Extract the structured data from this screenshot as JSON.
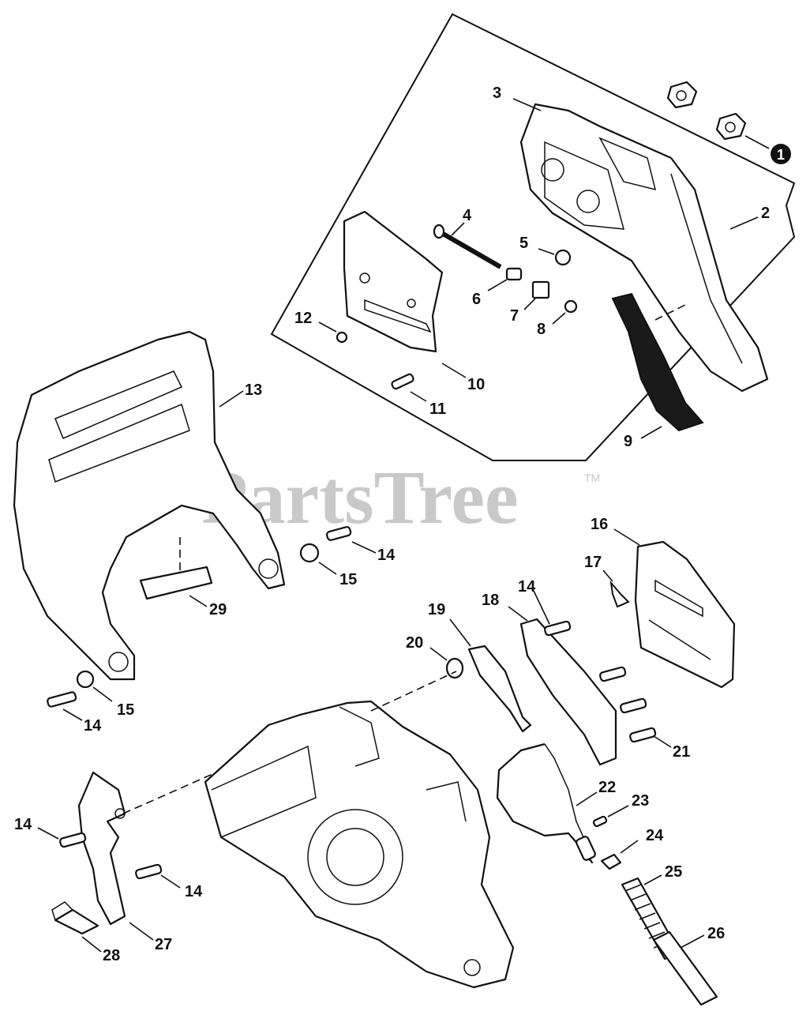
{
  "watermark": {
    "text": "PartsTree",
    "tm": "TM"
  },
  "kit_marker": "1",
  "callouts": {
    "c1": "1",
    "c2": "2",
    "c3": "3",
    "c4": "4",
    "c5": "5",
    "c6": "6",
    "c7": "7",
    "c8": "8",
    "c9": "9",
    "c10": "10",
    "c11": "11",
    "c12": "12",
    "c13": "13",
    "c14a": "14",
    "c14b": "14",
    "c14c": "14",
    "c14d": "14",
    "c14e": "14",
    "c15a": "15",
    "c15b": "15",
    "c16": "16",
    "c17": "17",
    "c18": "18",
    "c19": "19",
    "c20": "20",
    "c21": "21",
    "c22": "22",
    "c23": "23",
    "c24": "24",
    "c25": "25",
    "c26": "26",
    "c27": "27",
    "c28": "28",
    "c29": "29"
  },
  "colors": {
    "line": "#111111",
    "watermark": "#c9c9c9",
    "fill_dark": "#1a1a1a"
  }
}
